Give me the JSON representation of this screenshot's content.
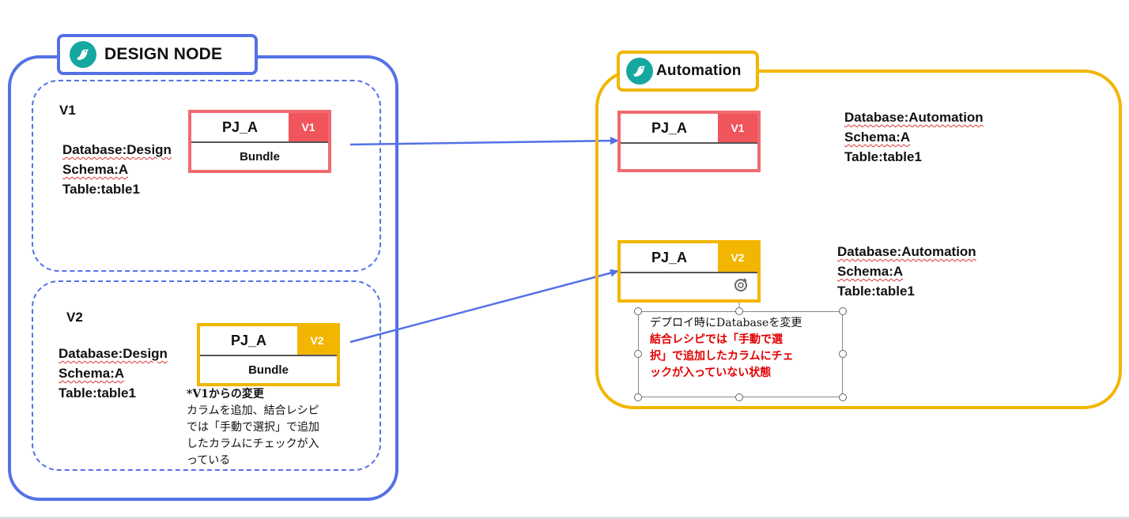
{
  "colors": {
    "design_blue": "#5471e6",
    "automation_yellow": "#f2b600",
    "v1_red": "#f0555b",
    "logo_teal": "#14a8a0",
    "note_red": "#e00000"
  },
  "design": {
    "title": "DESIGN NODE",
    "v1": {
      "tag": "V1",
      "database": "Database:Design",
      "schema": "Schema:A",
      "table": "Table:table1",
      "card": {
        "name": "PJ_A",
        "version": "V1",
        "bundle": "Bundle"
      }
    },
    "v2": {
      "tag": "V2",
      "database": "Database:Design",
      "schema": "Schema:A",
      "table": "Table:table1",
      "card": {
        "name": "PJ_A",
        "version": "V2",
        "bundle": "Bundle"
      },
      "note": [
        "*V1からの変更",
        "カラムを追加、結合レシピ",
        "では「手動で選択」で追加",
        "したカラムにチェックが入",
        "っている"
      ]
    }
  },
  "automation": {
    "title": "Automation",
    "v1": {
      "card": {
        "name": "PJ_A",
        "version": "V1"
      },
      "database": "Database:Automation",
      "schema": "Schema:A",
      "table": "Table:table1"
    },
    "v2": {
      "card": {
        "name": "PJ_A",
        "version": "V2",
        "icon": "rotate-icon"
      },
      "database": "Database:Automation",
      "schema": "Schema:A",
      "table": "Table:table1"
    },
    "textbox": {
      "line1": "デプロイ時にDatabaseを変更",
      "red_lines": [
        "結合レシピでは「手動で選",
        "択」で追加したカラムにチェ",
        "ックが入っていない状態"
      ]
    }
  }
}
